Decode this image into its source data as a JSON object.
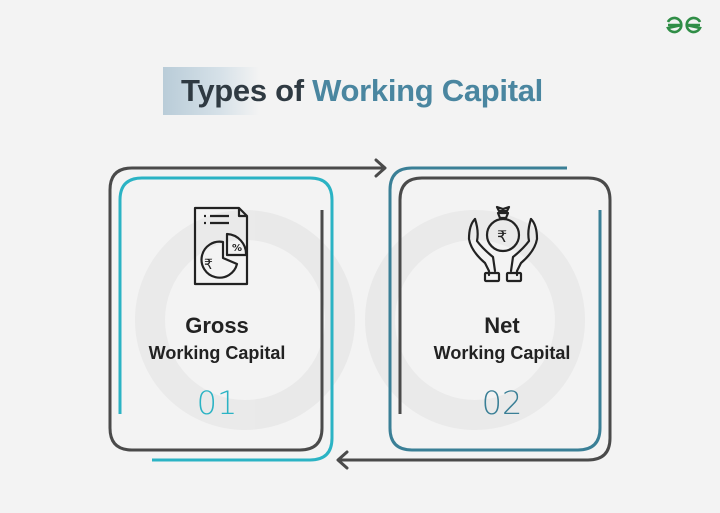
{
  "brand": {
    "logo_icon": "geeksforgeeks-logo-icon",
    "color": "#2f8d46"
  },
  "header": {
    "title_part1": "Types of",
    "title_part2": "Working Capital",
    "title_dark_color": "#2f3a42",
    "title_accent_color": "#4a86a0"
  },
  "cards": [
    {
      "icon": "document-pie-chart-rupee-icon",
      "title": "Gross",
      "subtitle": "Working Capital",
      "number": "01",
      "number_color": "#2bb3c4"
    },
    {
      "icon": "hands-holding-money-bag-rupee-icon",
      "title": "Net",
      "subtitle": "Working Capital",
      "number": "02",
      "number_color": "#3a7f96"
    }
  ],
  "colors": {
    "background": "#f3f3f3",
    "frame_dark": "#4a4a4a",
    "frame_teal_light": "#2bb3c4",
    "frame_teal_dark": "#3a7f96"
  },
  "arrows": [
    {
      "direction": "right",
      "from": "Gross",
      "to": "Net"
    },
    {
      "direction": "left",
      "from": "Net",
      "to": "Gross"
    }
  ]
}
